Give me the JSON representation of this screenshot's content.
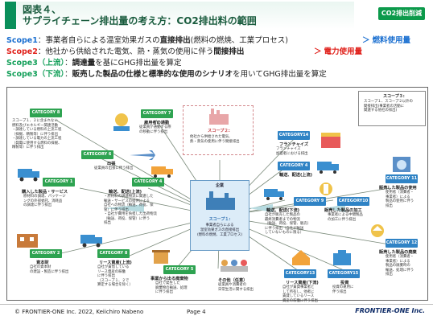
{
  "header": {
    "title_line1": "図表４、",
    "title_line2": "サプライチェーン排出量の考え方：CO2排出料の範囲",
    "badge": "CO2排出削減"
  },
  "scopes": {
    "scope1": {
      "label": "Scope1",
      "text_a": "：事業者自らによる温室効果ガスの",
      "text_b": "直接排出",
      "text_c": "(燃料の燃焼、工業プロセス)",
      "arrow": "＞",
      "result": "燃料使用量"
    },
    "scope2": {
      "label": "Scope2",
      "text_a": "：他社から供給された電気、熱・蒸気の使用に伴う",
      "text_b": "間接排出",
      "arrow": "＞",
      "result": "電力使用量"
    },
    "scope3_up": {
      "label": "Scope3（上流）",
      "text_a": "：",
      "text_b": "調達量",
      "text_c": "を基にGHG排出量を算定"
    },
    "scope3_down": {
      "label": "Scope3（下流）",
      "text_a": "：",
      "text_b": "販売した製品の仕様と標準的な使用のシナリオ",
      "text_c": "を用いてGHG排出量を算定"
    }
  },
  "diagram": {
    "scope3_box": {
      "title": "スコープ３:",
      "desc": "スコープ１、スコープ２以外の\n間接排出(事業者の活動に\n関連する他社の排出)"
    },
    "scope2_box": {
      "title": "スコープ２:",
      "desc": "他社から供給された電気、\n熱・蒸気の使用に伴う間接排出"
    },
    "center": {
      "label": "企業",
      "scope1_title": "スコープ１:",
      "scope1_desc": "事業者自らによる\n温室効果ガスの直接排出\n(燃料の燃焼、工業プロセス)"
    },
    "categories": [
      {
        "id": "c8",
        "badge": "CATEGORY 8",
        "title": "",
        "desc": "スコープ１、２に含まれない\n燃料及びエネルギー関連活動\n・調達している燃料の上流工程\n（採掘、精製等）に伴う排出\n・調達している電力の上流工程\n（発電に使用する燃料の採掘、\n精製等）に伴う排出"
      },
      {
        "id": "c7",
        "badge": "CATEGORY 7",
        "title": "雇用者の通勤",
        "desc": "従業員が通勤する際\nの移動に伴う排出"
      },
      {
        "id": "c6",
        "badge": "CATEGORY 6",
        "title": "出張",
        "desc": "従業員の出張に伴う排出"
      },
      {
        "id": "c1",
        "badge": "CATEGORY 1",
        "title": "購入した製品・サービス",
        "desc": "原材料の調達、パッケージ\nングの外部委託、消耗品\nの調達に伴う排出"
      },
      {
        "id": "c4",
        "badge": "CATEGORY 4",
        "title": "輸送、配送(上流)",
        "desc": "・原材料の調達物流に関連した\n輸送・サービスの提供による\n自社への物流（輸送、荷役、保\n管）に伴う排出\n・自社が費用を負担した出荷物流\n（輸送、荷役、保管）に伴う\n排出"
      },
      {
        "id": "c2",
        "badge": "CATEGORY 2",
        "title": "資本財",
        "desc": "自社の資本財\nの建設・製造に伴う排出"
      },
      {
        "id": "c8b",
        "badge": "CATEGORY 8",
        "title": "リース資産(上流)",
        "desc": "自社が賃借している\nリース資産の稼働\nに伴う排出\n（スコープ１、２で\n算定する場合を除く）"
      },
      {
        "id": "c5",
        "badge": "CATEGORY 5",
        "title": "事業から出る廃棄物",
        "desc": "自社で発生した\n廃棄物の輸送、処理\nに伴う排出"
      },
      {
        "id": "c14",
        "badge": "CATEGORY14",
        "title": "フランチャイズ",
        "desc": "フランチャイズ\n加盟者における排出"
      },
      {
        "id": "c4b",
        "badge": "CATEGORY 4",
        "title": "輸送、配送(上流)",
        "desc": ""
      },
      {
        "id": "c9",
        "badge": "CATEGORY 9",
        "title": "輸送、配送(下流)",
        "desc": "自社が販売した製品の\n最終消費者までの物流\n（輸送、荷役、保管、販売）\nに伴う排出（自社が輸送\nしていないものに限る）"
      },
      {
        "id": "c10",
        "badge": "CATEGORY10",
        "title": "販売した製品の加工",
        "desc": "事業者による中間製品\nの加工に伴う排出"
      },
      {
        "id": "c11",
        "badge": "CATEGORY 11",
        "title": "販売した製品の使用",
        "desc": "使用者（消費者・\n事業者）による\n製品の使用に伴う\n排出"
      },
      {
        "id": "c12",
        "badge": "CATEGORY 12",
        "title": "販売した製品の廃棄",
        "desc": "使用者（消費者・\n事業者）による\n製品の廃棄時の\n輸送、処理に伴う\n排出"
      },
      {
        "id": "c13",
        "badge": "CATEGORY13",
        "title": "リース資産(下流)",
        "desc": "自社が賃貸事業者と\nして所有し、他者に\n賃貸しているリース\n資産の稼働に伴う排出"
      },
      {
        "id": "c15",
        "badge": "CATEGORY15",
        "title": "投資",
        "desc": "投資の運用に\n伴う排出"
      },
      {
        "id": "other",
        "badge": "",
        "title": "その他（任意）",
        "desc": "従業員や消費者の\n日常生活に関する排出"
      }
    ]
  },
  "footer": {
    "copyright": "© FRONTIER-ONE Inc. 2022, Keiichiro Nabeno",
    "page": "Page 4",
    "logo": "FRONTIER-ONE Inc."
  }
}
